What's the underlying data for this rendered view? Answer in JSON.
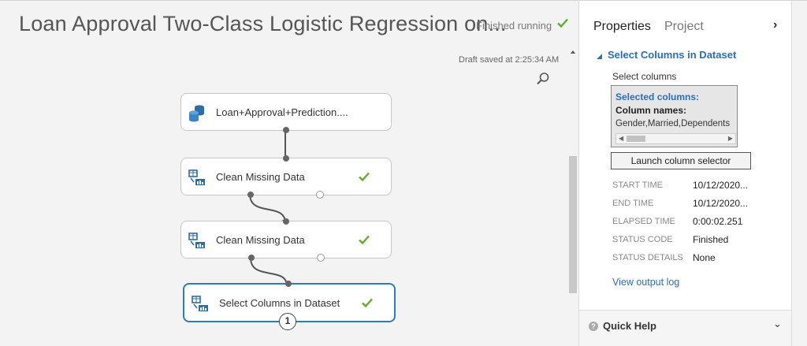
{
  "experiment": {
    "title": "Loan Approval Two-Class Logistic Regression on...",
    "status": "Finished running",
    "draft_saved": "Draft saved at 2:25:34 AM"
  },
  "modules": [
    {
      "label": "Loan+Approval+Prediction....",
      "icon": "dataset-icon",
      "finished": false
    },
    {
      "label": "Clean Missing Data",
      "icon": "module-icon",
      "finished": true
    },
    {
      "label": "Clean Missing Data",
      "icon": "module-icon",
      "finished": true
    },
    {
      "label": "Select Columns in Dataset",
      "icon": "module-icon",
      "finished": true,
      "selected": true,
      "badge": "1"
    }
  ],
  "properties": {
    "tabs": {
      "properties": "Properties",
      "project": "Project"
    },
    "section_title": "Select Columns in Dataset",
    "select_columns_label": "Select columns",
    "selected_columns_title": "Selected columns:",
    "column_names_label": "Column names:",
    "column_list": "Gender,Married,Dependents",
    "launch_button": "Launch column selector",
    "meta": [
      {
        "key": "START TIME",
        "value": "10/12/2020..."
      },
      {
        "key": "END TIME",
        "value": "10/12/2020..."
      },
      {
        "key": "ELAPSED TIME",
        "value": "0:00:02.251"
      },
      {
        "key": "STATUS CODE",
        "value": "Finished"
      },
      {
        "key": "STATUS DETAILS",
        "value": "None"
      }
    ],
    "view_output_log": "View output log",
    "quick_help": "Quick Help"
  },
  "colors": {
    "accent": "#2a6ebb",
    "selected_border": "#2a7bc0",
    "success": "#5fae2e"
  }
}
